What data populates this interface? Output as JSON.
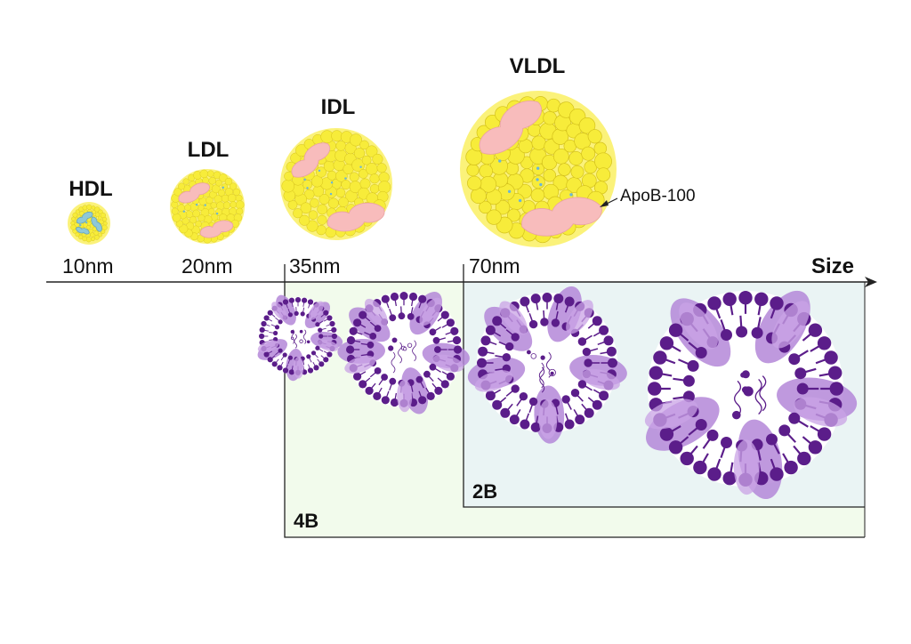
{
  "particles": [
    {
      "name": "HDL",
      "size": "10nm"
    },
    {
      "name": "LDL",
      "size": "20nm"
    },
    {
      "name": "IDL",
      "size": "35nm"
    },
    {
      "name": "VLDL",
      "size": "70nm"
    }
  ],
  "axis": {
    "label": "Size"
  },
  "annotation": {
    "label": "ApoB-100"
  },
  "boxes": {
    "box_4b": "4B",
    "box_2b": "2B"
  },
  "colors": {
    "lipid_yellow": "#f7ec3a",
    "lipid_outline": "#d3c01a",
    "apo_pink": "#f8bcbc",
    "hdl_apo_blue": "#8ec8d8",
    "phospholipid_purple": "#5b1d8a",
    "membrane_protein_purple": "#b487d8",
    "box_4b_fill": "#f2fbec",
    "box_2b_fill": "#eaf4f4"
  },
  "icons": [
    "lipoprotein-particle-icon",
    "vesicle-icon",
    "arrow-icon"
  ]
}
